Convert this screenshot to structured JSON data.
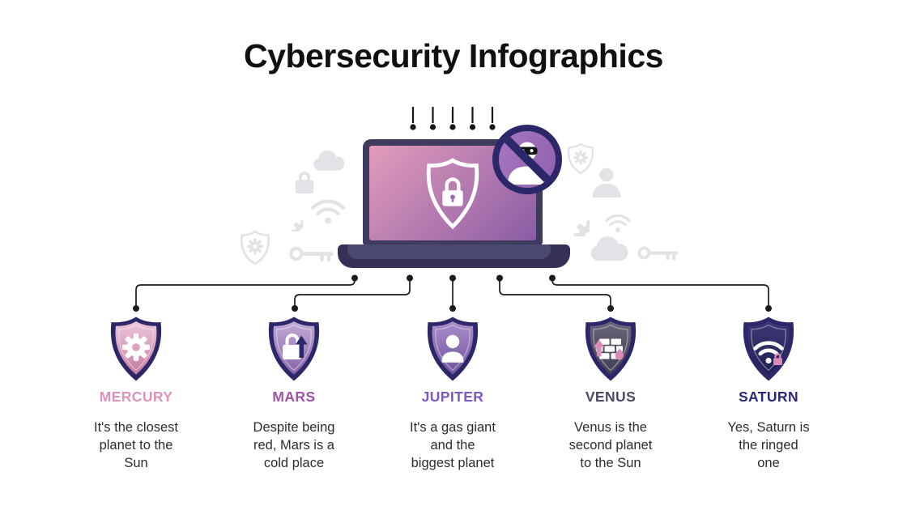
{
  "title": "Cybersecurity Infographics",
  "colors": {
    "heading": "#101010",
    "text": "#2d2d2d",
    "line": "#1c1c1c",
    "navy": "#2b2768",
    "frame": "#3e3b5e",
    "base1": "#343056",
    "base2": "#4c4970",
    "screen1": "#e29cba",
    "screen2": "#8a5ca6",
    "badge1": "#a678bf",
    "badge2": "#8f60ae",
    "bgicon": "#e3e3e7",
    "keyhole": "#9a68ae",
    "pink": "#dd8bb9"
  },
  "illustration": {
    "screen_icon": "shield-lock-icon",
    "badge_icon": "blocked-hacker-icon",
    "background_icons_left": [
      "cloud-icon",
      "lock-icon",
      "wifi-icon",
      "gear-icon",
      "shield-gear-icon",
      "key-icon"
    ],
    "background_icons_right": [
      "shield-gear-icon",
      "user-icon",
      "gear-icon",
      "wifi-icon",
      "cloud-icon",
      "key-icon"
    ]
  },
  "items": [
    {
      "label": "MERCURY",
      "label_color": "#dd92bb",
      "icon": "gear-icon",
      "shield_top": "#ecc8da",
      "shield_bottom": "#c47ba1",
      "description_lines": [
        "It's the closest",
        "planet to the",
        "Sun"
      ]
    },
    {
      "label": "MARS",
      "label_color": "#a151a8",
      "icon": "lock-upload-icon",
      "shield_top": "#c2aad6",
      "shield_bottom": "#8663a8",
      "description_lines": [
        "Despite being",
        "red, Mars is a",
        "cold place"
      ]
    },
    {
      "label": "JUPITER",
      "label_color": "#7e57c5",
      "icon": "user-icon",
      "shield_top": "#a98dcb",
      "shield_bottom": "#6f539b",
      "description_lines": [
        "It's a gas giant",
        "and the",
        "biggest planet"
      ]
    },
    {
      "label": "VENUS",
      "label_color": "#4a4a68",
      "icon": "firewall-icon",
      "shield_top": "#6a6578",
      "shield_bottom": "#423e54",
      "description_lines": [
        "Venus is the",
        "second planet",
        "to the Sun"
      ]
    },
    {
      "label": "SATURN",
      "label_color": "#29287e",
      "icon": "wifi-security-icon",
      "shield_top": "#3b3876",
      "shield_bottom": "#211e50",
      "description_lines": [
        "Yes, Saturn is",
        "the ringed",
        "one"
      ]
    }
  ]
}
